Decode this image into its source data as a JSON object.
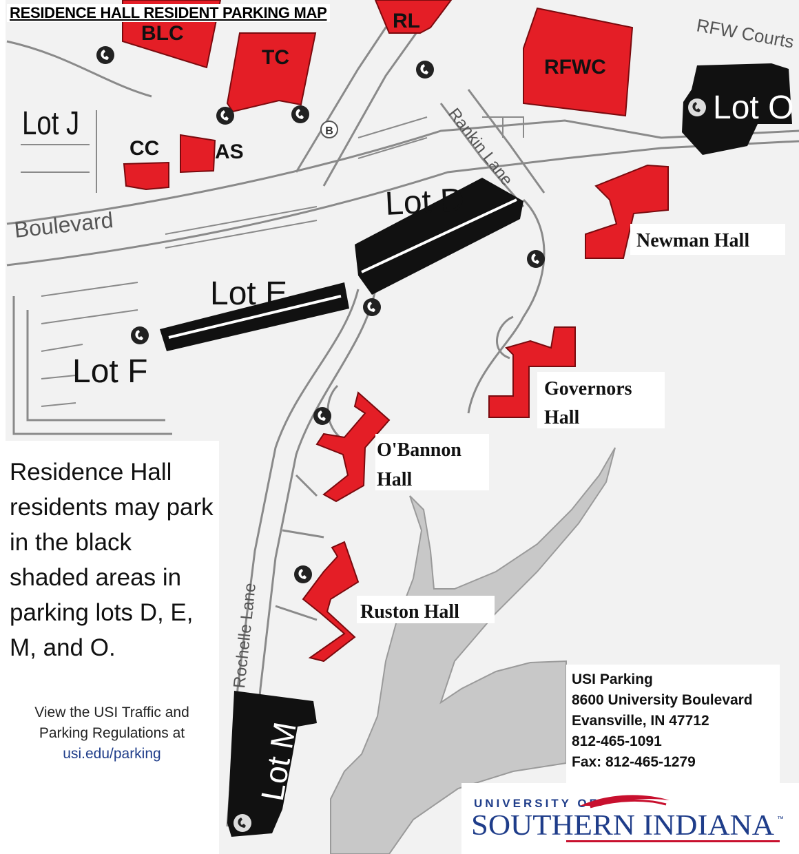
{
  "title": "RESIDENCE HALL RESIDENT PARKING MAP",
  "note": "Residence Hall residents may park in the black shaded areas in parking lots D, E, M, and O.",
  "regulations": {
    "line1": "View the USI Traffic and",
    "line2": "Parking Regulations at",
    "link": "usi.edu/parking"
  },
  "contact": {
    "name": "USI Parking",
    "address": "8600 University Boulevard",
    "city": "Evansville, IN  47712",
    "phone": "812-465-1091",
    "fax": "Fax: 812-465-1279"
  },
  "logo": {
    "top": "UNIVERSITY OF",
    "bottom": "SOUTHERN INDIANA",
    "tm": "™"
  },
  "lots": {
    "j": "Lot J",
    "d": "Lot D",
    "e": "Lot E",
    "f": "Lot F",
    "o": "Lot O",
    "m": "Lot M"
  },
  "buildings": {
    "blc": "BLC",
    "tc": "TC",
    "rl": "RL",
    "rfwc": "RFWC",
    "cc": "CC",
    "as": "AS"
  },
  "halls": {
    "newman": "Newman Hall",
    "governors_1": "Governors",
    "governors_2": "Hall",
    "obannon_1": "O'Bannon",
    "obannon_2": "Hall",
    "ruston": "Ruston Hall"
  },
  "roads": {
    "boulevard": "Boulevard",
    "rankin": "Rankin Lane",
    "rochelle": "Rochelle Lane",
    "rfw_courts": "RFW Courts"
  },
  "markers": {
    "bus": "B"
  },
  "colors": {
    "building_red": "#e41e26",
    "lot_black": "#111111",
    "lake_gray": "#c8c8c8",
    "map_bg": "#f2f2f2",
    "road_line": "#8a8a8a",
    "brand_blue": "#1f3d8a",
    "brand_red": "#c8102e"
  },
  "icons": {
    "parking_info": "phone-icon"
  }
}
